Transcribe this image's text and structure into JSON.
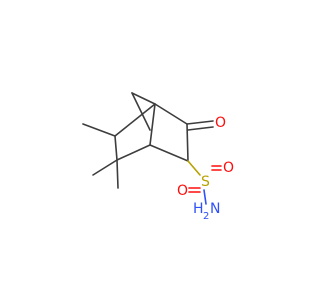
{
  "molecule": {
    "atoms": {
      "ketone_oxygen": "O",
      "sulfur": "S",
      "sulfonyl_oxygen_left": "O",
      "sulfonyl_oxygen_right": "O",
      "amide_nitrogen": "N",
      "amide_hydrogen": "H",
      "amide_hydrogen_count": "2"
    },
    "colors": {
      "carbon_bond": "#3d3d3d",
      "oxygen": "#ff0d0d",
      "sulfur": "#b8a200",
      "nitrogen": "#3050f8",
      "background": "#ffffff"
    }
  }
}
